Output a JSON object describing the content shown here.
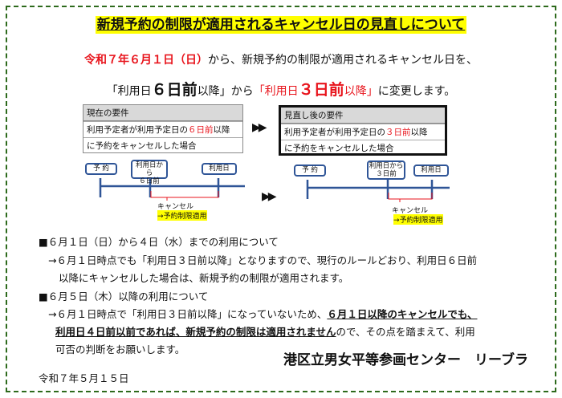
{
  "title": "新規予約の制限が適用されるキャンセル日の見直しについて",
  "intro": {
    "date_red": "令和７年６月１日（日）",
    "line1_rest": "から、新規予約の制限が適用されるキャンセル日を、",
    "old_open": "「利用日",
    "old_big": "６日前",
    "old_close": "以降」",
    "middle": "から",
    "new_open": "「利用日",
    "new_big": "３日前",
    "new_close": "以降」",
    "end": "に変更します。"
  },
  "current": {
    "header": "現在の要件",
    "row1_pre": "利用予定者が利用予定日の",
    "row1_red": "６日前",
    "row1_post": "以降",
    "row2": "に予約をキャンセルした場合"
  },
  "revised": {
    "header": "見直し後の要件",
    "row1_pre": "利用予定者が利用予定日の",
    "row1_red": "３日前",
    "row1_post": "以降",
    "row2": "に予約をキャンセルした場合"
  },
  "arrows": "▶▶",
  "timeline_old": {
    "booking": "予 約",
    "point_l1": "利用日から",
    "point_l2": "６日前",
    "use_day": "利用日",
    "cancel": "キャンセル",
    "applied": "→予約制限適用"
  },
  "timeline_new": {
    "booking": "予 約",
    "point_l1": "利用日から",
    "point_l2": "３日前",
    "use_day": "利用日",
    "cancel": "キャンセル",
    "applied": "→予約制限適用"
  },
  "section1": {
    "heading": "■６月１日（日）から４日（水）までの利用について",
    "line1": "→６月１日時点でも「利用日３日前以降」となりますので、現行のルールどおり、利用日６日前",
    "line2": "以降にキャンセルした場合は、新規予約の制限が適用されます。"
  },
  "section2": {
    "heading": "■６月５日（木）以降の利用について",
    "line1_pre": "→６月１日時点で「利用日３日前以降」になっていないため、",
    "line1_ul": "６月１日以降のキャンセルでも、",
    "line2_ul": "利用日４日前以前であれば、新規予約の制限は適用されません",
    "line2_post": "ので、その点を踏まえて、利用",
    "line3": "可否の判断をお願いします。"
  },
  "organization": "港区立男女平等参画センター　リーブラ",
  "issue_date": "令和７年５月１５日"
}
